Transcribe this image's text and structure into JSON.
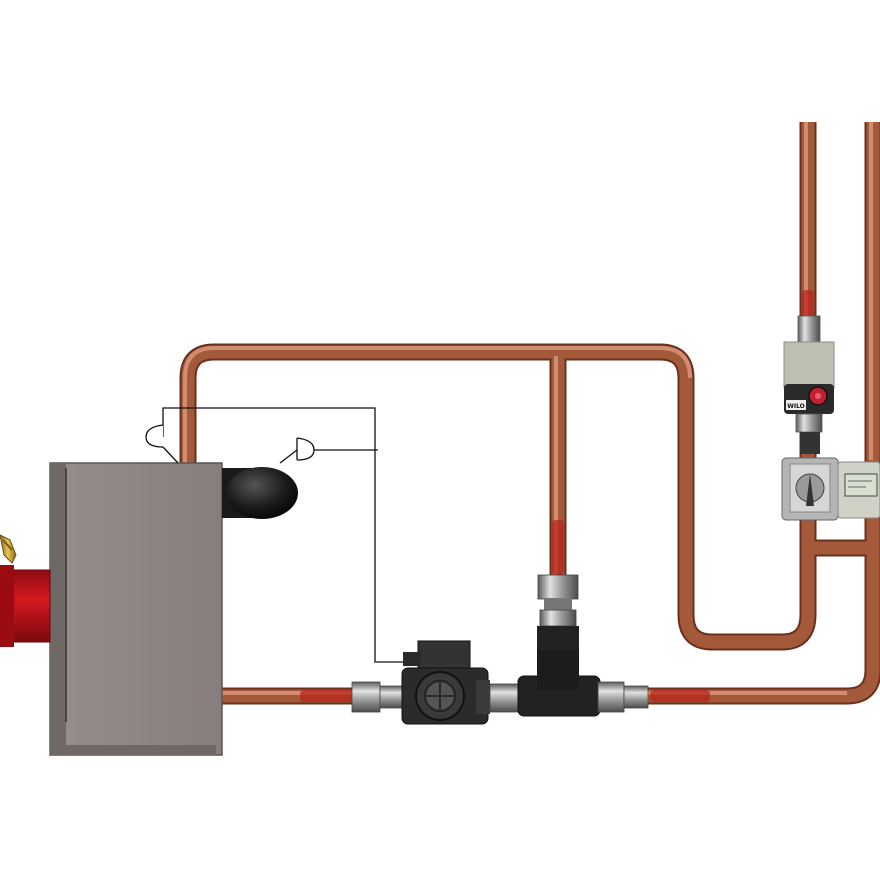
{
  "diagram": {
    "components": [
      {
        "id": "boiler",
        "kind": "boiler"
      },
      {
        "id": "burner",
        "kind": "burner"
      },
      {
        "id": "expansion_tank",
        "kind": "tank"
      },
      {
        "id": "boiler_pump",
        "kind": "circulator"
      },
      {
        "id": "mixing_tee",
        "kind": "tee"
      },
      {
        "id": "system_pump",
        "kind": "circulator"
      },
      {
        "id": "mixing_valve",
        "kind": "valve"
      },
      {
        "id": "controller",
        "kind": "controller"
      }
    ],
    "colors": {
      "copper": "#a45a3a",
      "copper_highlight": "#d08a6a",
      "boiler_body": "#8c8583",
      "burner": "#c40d15",
      "flow_marker": "#b8201a",
      "fittings": "#9a9a9a",
      "pump_body": "#2d2d2d"
    },
    "system_pump_badge": "WILO"
  }
}
